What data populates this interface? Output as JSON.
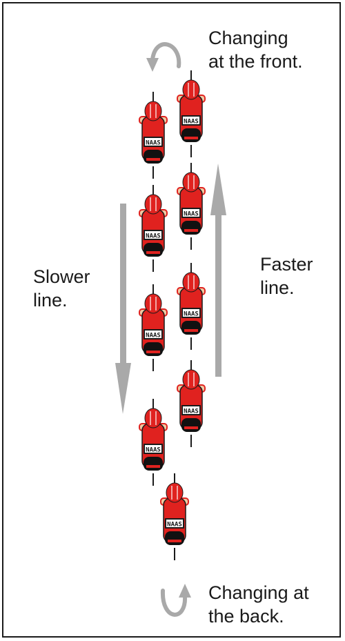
{
  "labels": {
    "front_line1": "Changing",
    "front_line2": "at the front.",
    "slower_line1": "Slower",
    "slower_line2": "line.",
    "faster_line1": "Faster",
    "faster_line2": "line.",
    "back_line1": "Changing at",
    "back_line2": "the back."
  },
  "jersey_text": "NAAS",
  "colors": {
    "arrow": "#a9a9a9",
    "helmet": "#e0221f",
    "jersey": "#e0221f",
    "shorts": "#111111",
    "skin": "#f1c9a3",
    "number_bg": "#ffffff",
    "outline": "#1a1a1a"
  },
  "riders": [
    {
      "line": "slower",
      "position": 1
    },
    {
      "line": "faster",
      "position": 1
    },
    {
      "line": "slower",
      "position": 2
    },
    {
      "line": "faster",
      "position": 2
    },
    {
      "line": "slower",
      "position": 3
    },
    {
      "line": "faster",
      "position": 3
    },
    {
      "line": "faster",
      "position": 4
    },
    {
      "line": "slower",
      "position": 4
    },
    {
      "line": "back",
      "position": 5
    }
  ]
}
